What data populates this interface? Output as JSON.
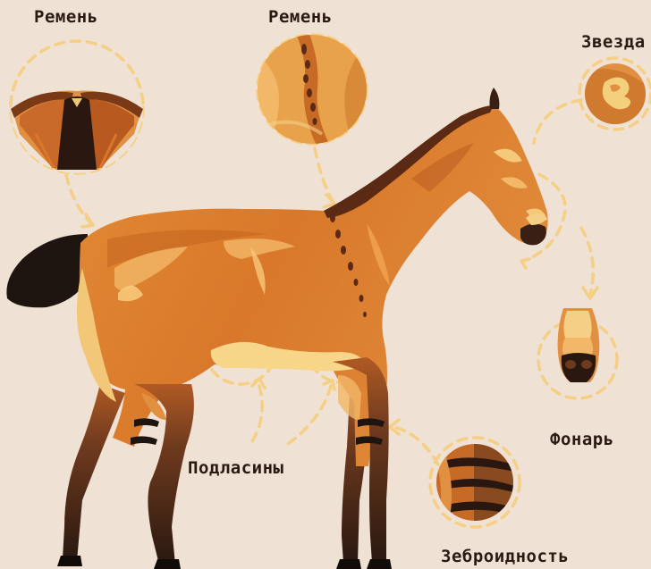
{
  "labels": {
    "belt_left": "Ремень",
    "belt_top": "Ремень",
    "star": "Звезда",
    "lantern": "Фонарь",
    "mealy": "Подласины",
    "zebra": "Зеброидность"
  },
  "colors": {
    "background": "#efe1d3",
    "dash": "#f5cf85",
    "body": "#d9782a",
    "body_light": "#f2a553",
    "dark": "#2a1a12",
    "mealy": "#f7d68a"
  }
}
